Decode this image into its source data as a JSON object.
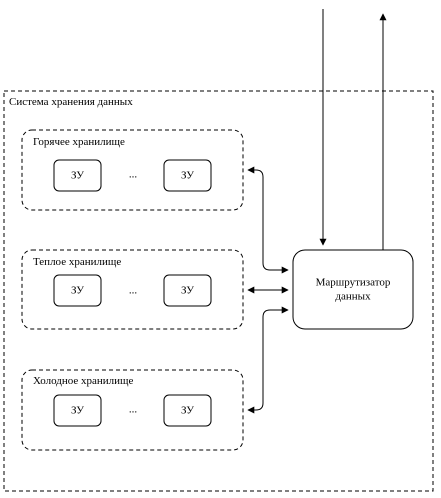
{
  "system": {
    "title": "Система хранения данных"
  },
  "storages": [
    {
      "title": "Горячее хранилище",
      "left_unit": "ЗУ",
      "ellipsis": "...",
      "right_unit": "ЗУ"
    },
    {
      "title": "Теплое хранилище",
      "left_unit": "ЗУ",
      "ellipsis": "...",
      "right_unit": "ЗУ"
    },
    {
      "title": "Холодное хранилище",
      "left_unit": "ЗУ",
      "ellipsis": "...",
      "right_unit": "ЗУ"
    }
  ],
  "router": {
    "line1": "Маршрутизатор",
    "line2": "данных"
  },
  "colors": {
    "stroke": "#000000",
    "background": "#ffffff"
  }
}
